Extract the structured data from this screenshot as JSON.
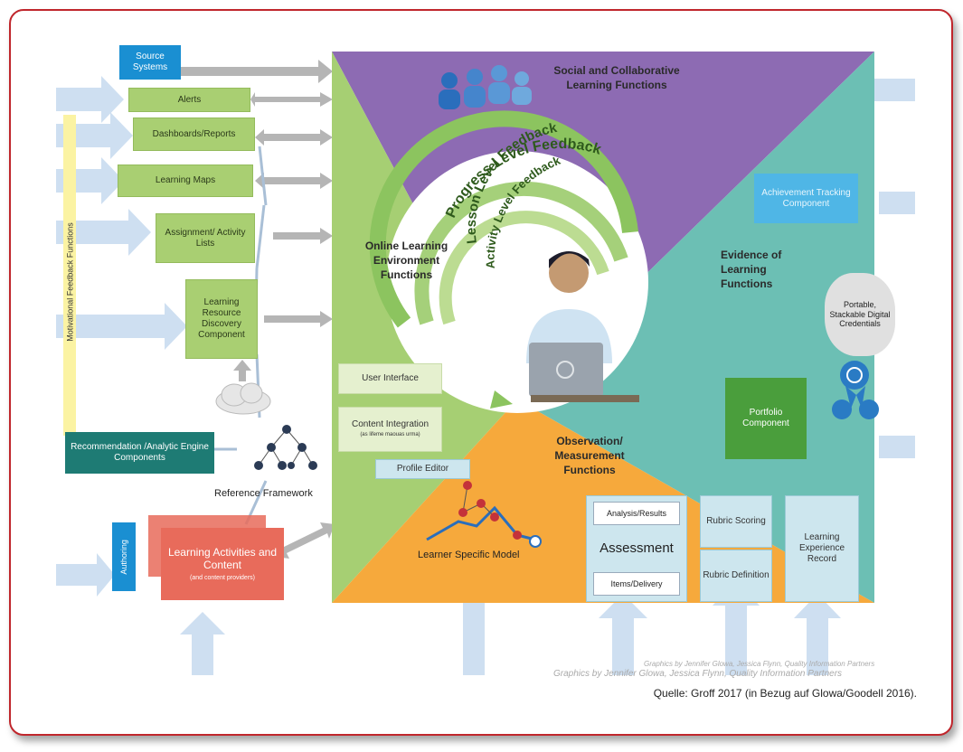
{
  "left": {
    "source_systems": "Source Systems",
    "alerts": "Alerts",
    "dashboards": "Dashboards/Reports",
    "learning_maps": "Learning Maps",
    "assignment": "Assignment/ Activity Lists",
    "discovery": "Learning Resource Discovery Component",
    "motivational": "Motivational Feedback Functions",
    "recommendation": "Recommendation /Analytic Engine Components",
    "reference_framework": "Reference Framework",
    "authoring": "Authoring",
    "learning_activities": "Learning Activities and Content",
    "learning_activities_sub": "(and content providers)"
  },
  "quadrants": {
    "social": "Social and Collaborative Learning Functions",
    "online": "Online Learning Environment Functions",
    "evidence": "Evidence of Learning Functions",
    "observation": "Observation/ Measurement Functions"
  },
  "feedback": {
    "progress": "Progress Level Feedback",
    "lesson": "Lesson Level Feedback",
    "activity": "Activity Level Feedback"
  },
  "boxes": {
    "user_interface": "User Interface",
    "content_integration": "Content Integration",
    "content_integration_sub": "(as lifeme maouas urma)",
    "profile_editor": "Profile Editor",
    "achievement": "Achievement Tracking Component",
    "portable": "Portable, Stackable Digital Credentials",
    "portfolio": "Portfolio Component",
    "learner_model": "Learner Specific Model",
    "analysis": "Analysis/Results",
    "assessment": "Assessment",
    "items": "Items/Delivery",
    "rubric_scoring": "Rubric Scoring",
    "rubric_definition": "Rubric Definition",
    "ler": "Learning Experience Record"
  },
  "credit": {
    "line1": "Graphics by Jennifer Glowa, Jessica Flynn, Quality Information Partners",
    "line2": "Graphics by Jennifer Glowa, Jessica Flynn, Quality Information Partners"
  },
  "source": "Quelle: Groff 2017 (in Bezug auf Glowa/Goodell 2016).",
  "colors": {
    "frame": "#c0262c",
    "purple": "#8d6bb3",
    "green": "#a9cf72",
    "teal": "#6cbfb4",
    "orange": "#f6a93c"
  }
}
